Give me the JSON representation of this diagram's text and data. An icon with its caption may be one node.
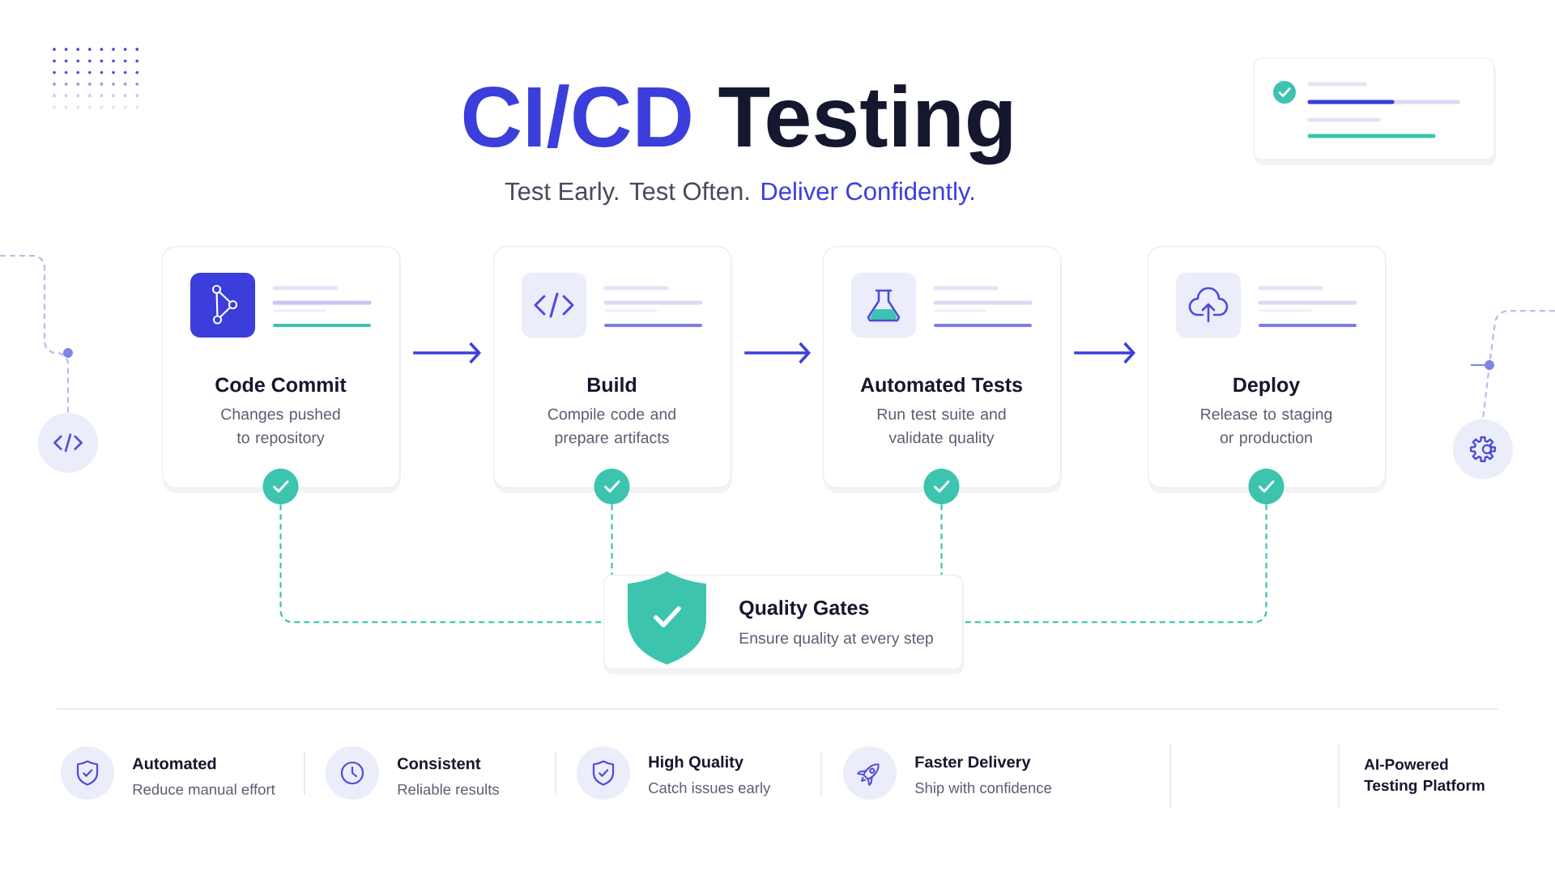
{
  "diagram": {
    "title": "CI/CD Testing",
    "nodes": [
      {
        "text": [
          "Code Commit",
          "Changes pushed to repository"
        ]
      },
      {
        "text": [
          "Build",
          "Compile code and prepare artifacts"
        ]
      },
      {
        "text": [
          "Automated Tests",
          "Run test suite and validate quality"
        ]
      },
      {
        "text": [
          "Deploy",
          "Release to staging or production"
        ]
      },
      {
        "text": [],
        "shape": "circle"
      },
      {
        "text": [],
        "shape": "circle"
      },
      {
        "text": [],
        "shape": "circle"
      },
      {
        "text": [],
        "shape": "circle"
      },
      {
        "text": [
          "Quality Gates",
          "Ensure quality at every step"
        ]
      },
      {
        "text": [],
        "shape": "circle"
      },
      {
        "text": [],
        "shape": "circle"
      }
    ],
    "edges": [
      {
        "from": 0,
        "to": 1,
        "arrow": "to",
        "color": "#3d3fd9"
      },
      {
        "from": 1,
        "to": 2,
        "arrow": "to",
        "color": "#3d3fd9"
      },
      {
        "from": 2,
        "to": 3,
        "arrow": "to",
        "color": "#3d3fd9"
      },
      {
        "from": 4,
        "to": 8,
        "arrow": "none",
        "style": "dashed",
        "color": "#3cc4ae"
      },
      {
        "from": 5,
        "to": 8,
        "arrow": "none",
        "style": "dashed",
        "color": "#3cc4ae"
      },
      {
        "from": 6,
        "to": 8,
        "arrow": "none",
        "style": "dashed",
        "color": "#3cc4ae"
      },
      {
        "from": 7,
        "to": 8,
        "arrow": "none",
        "style": "dashed",
        "color": "#3cc4ae"
      },
      {
        "from": null,
        "to": 9,
        "arrow": "none",
        "style": "dashed",
        "color": "#b9bbe9"
      },
      {
        "from": null,
        "to": 10,
        "arrow": "none",
        "style": "dashed",
        "color": "#b9bbe9"
      }
    ],
    "labels": [
      "Test Early. Test Often. Deliver Confidently.",
      "Automated",
      "Reduce manual effort",
      "Consistent",
      "Reliable results",
      "High Quality",
      "Catch issues early",
      "Faster Delivery",
      "Ship with confidence",
      "AI-Powered Testing Platform"
    ]
  }
}
